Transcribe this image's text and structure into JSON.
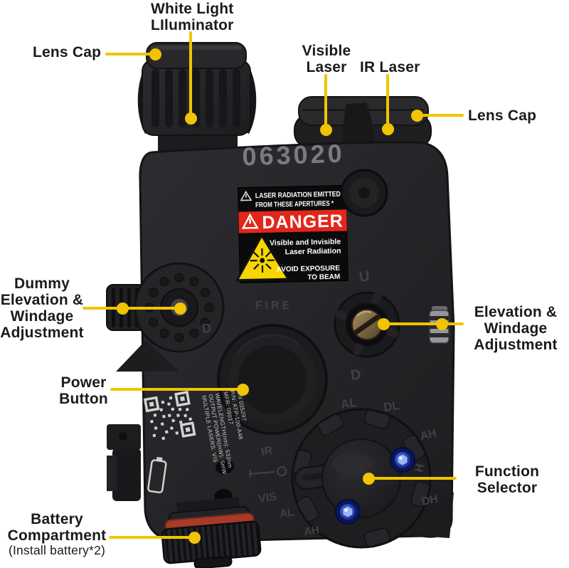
{
  "annotations": {
    "white_light_illuminator": {
      "lines": [
        "White Light",
        "LIluminator"
      ]
    },
    "lens_cap_left": "Lens Cap",
    "visible_laser": {
      "lines": [
        "Visible",
        "Laser"
      ]
    },
    "ir_laser": "IR Laser",
    "lens_cap_right": "Lens Cap",
    "dummy_adjustment": {
      "lines": [
        "Dummy",
        "Elevation &",
        "Windage",
        "Adjustment"
      ]
    },
    "elevation_windage": {
      "lines": [
        "Elevation &",
        "Windage",
        "Adjustment"
      ]
    },
    "power_button": {
      "lines": [
        "Power",
        "Button"
      ]
    },
    "function_selector": {
      "lines": [
        "Function",
        "Selector"
      ]
    },
    "battery_compartment": {
      "lines": [
        "Battery",
        "Compartment"
      ],
      "note": "(Install battery*2)"
    }
  },
  "device": {
    "serial_number": "063020",
    "danger_label": {
      "aperture_line1": "LASER RADIATION EMITTED",
      "aperture_line2": "FROM THESE APERTURES *",
      "danger_word": "DANGER",
      "radiation_line1": "Visible and Invisible",
      "radiation_line2": "Laser Radiation",
      "avoid_line1": "AVOID EXPOSURE",
      "avoid_line2": "TO BEAM"
    },
    "markings": {
      "fire": "FIRE",
      "u": "U",
      "d": "D",
      "d_left": "D",
      "al": "AL",
      "dl": "DL",
      "ah": "AH",
      "h": "H",
      "dh": "DH",
      "ir": "IR",
      "vis": "VIS",
      "al_bottom": "AL",
      "ah_bottom": "AH"
    },
    "spec_label": {
      "lines": [
        "MULTIPLE LASERS: VIS",
        "OUTPUT POWER(mW): 5mW",
        "WAVELENGTH(nm): 532nm",
        "MFR: 08017",
        "P/N: ATP-100-A48",
        "S/N 035297"
      ]
    }
  },
  "colors": {
    "callout_line": "#F2C400",
    "danger_red": "#E2261B",
    "warning_yellow": "#F6D500",
    "label_text": "#1B1B1B"
  }
}
